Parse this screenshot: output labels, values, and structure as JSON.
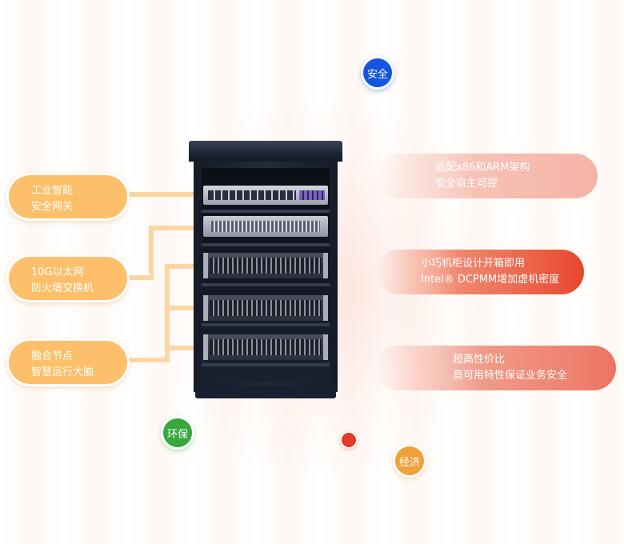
{
  "left_features": [
    {
      "line1": "工业智能",
      "line2": "安全网关"
    },
    {
      "line1": "10G以太网",
      "line2": "防火墙交换机"
    },
    {
      "line1": "融合节点",
      "line2": "智慧运行大脑"
    }
  ],
  "right_features": [
    {
      "line1": "适配x86和ARM架构",
      "line2": "安全自主可控"
    },
    {
      "line1": "小巧机柜设计开箱即用",
      "line2": "Intel® DCPMM增加虚机密度"
    },
    {
      "line1": "超高性价比",
      "line2": "高可用特性保证业务安全"
    }
  ],
  "badges": {
    "security": "安全",
    "eco": "环保",
    "economy": "经济"
  },
  "colors": {
    "pill_orange": "#fdbf6a",
    "badge_blue": "#1456e0",
    "badge_green": "#36a83e",
    "badge_red": "#e23a26",
    "badge_orange": "#f0a13a"
  }
}
